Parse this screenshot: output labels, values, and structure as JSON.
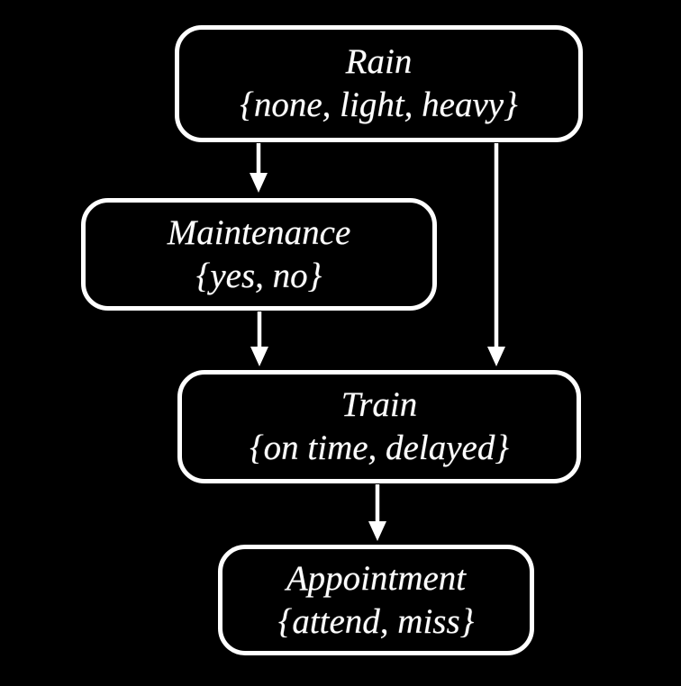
{
  "diagram": {
    "type": "bayesian-network",
    "background_color": "#000000",
    "node_border_color": "#ffffff",
    "text_color": "#ffffff",
    "nodes": [
      {
        "id": "rain",
        "label": "Rain",
        "values": "{none, light, heavy}"
      },
      {
        "id": "maintenance",
        "label": "Maintenance",
        "values": "{yes, no}"
      },
      {
        "id": "train",
        "label": "Train",
        "values": "{on time, delayed}"
      },
      {
        "id": "appointment",
        "label": "Appointment",
        "values": "{attend, miss}"
      }
    ],
    "edges": [
      {
        "from": "rain",
        "to": "maintenance"
      },
      {
        "from": "rain",
        "to": "train"
      },
      {
        "from": "maintenance",
        "to": "train"
      },
      {
        "from": "train",
        "to": "appointment"
      }
    ]
  }
}
